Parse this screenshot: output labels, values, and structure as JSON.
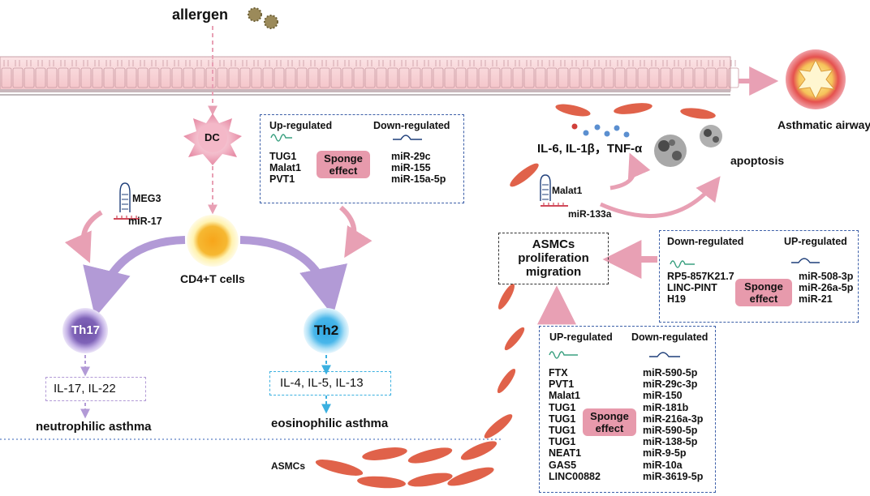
{
  "labels": {
    "allergen": "allergen",
    "asthmatic_airway": "Asthmatic airway",
    "dc": "DC",
    "meg3": "MEG3",
    "mir17": "miR-17",
    "cd4": "CD4+T cells",
    "th17": "Th17",
    "th2": "Th2",
    "il17_box": "IL-17, IL-22",
    "il4_box": "IL-4, IL-5, IL-13",
    "neutrophilic": "neutrophilic asthma",
    "eosinophilic": "eosinophilic asthma",
    "asmcs": "ASMCs",
    "cytokines": "IL-6, IL-1β，TNF-α",
    "apoptosis": "apoptosis",
    "malat1": "Malat1",
    "mir133a": "miR-133a",
    "asmcs_box": "ASMCs\nproliferation\nmigration"
  },
  "box_dc": {
    "left_header": "Up-regulated",
    "right_header": "Down-regulated",
    "left_items": [
      "TUG1",
      "Malat1",
      "PVT1"
    ],
    "right_items": [
      "miR-29c",
      "miR-155",
      "miR-15a-5p"
    ],
    "sponge": "Sponge\neffect"
  },
  "box_right": {
    "left_header": "Down-regulated",
    "right_header": "UP-regulated",
    "left_items": [
      "RP5-857K21.7",
      "LINC-PINT",
      "H19"
    ],
    "right_items": [
      "miR-508-3p",
      "miR-26a-5p",
      "miR-21"
    ],
    "sponge": "Sponge\neffect"
  },
  "box_bottom": {
    "left_header": "UP-regulated",
    "right_header": "Down-regulated",
    "left_items": [
      "FTX",
      "PVT1",
      "Malat1",
      "TUG1",
      "TUG1",
      "TUG1",
      "TUG1",
      "NEAT1",
      "GAS5",
      "LINC00882"
    ],
    "right_items": [
      "miR-590-5p",
      "miR-29c-3p",
      "miR-150",
      "miR-181b",
      "miR-216a-3p",
      "miR-590-5p",
      "miR-138-5p",
      "miR-9-5p",
      "miR-10a",
      "miR-3619-5p"
    ],
    "sponge": "Sponge\neffect"
  },
  "colors": {
    "pink_arrow": "#e8a0b4",
    "purple": "#b29ad6",
    "blue": "#3bb0e0",
    "box_border": "#3c5fa8",
    "sponge": "#e79aac",
    "cell": "#e0624a"
  }
}
